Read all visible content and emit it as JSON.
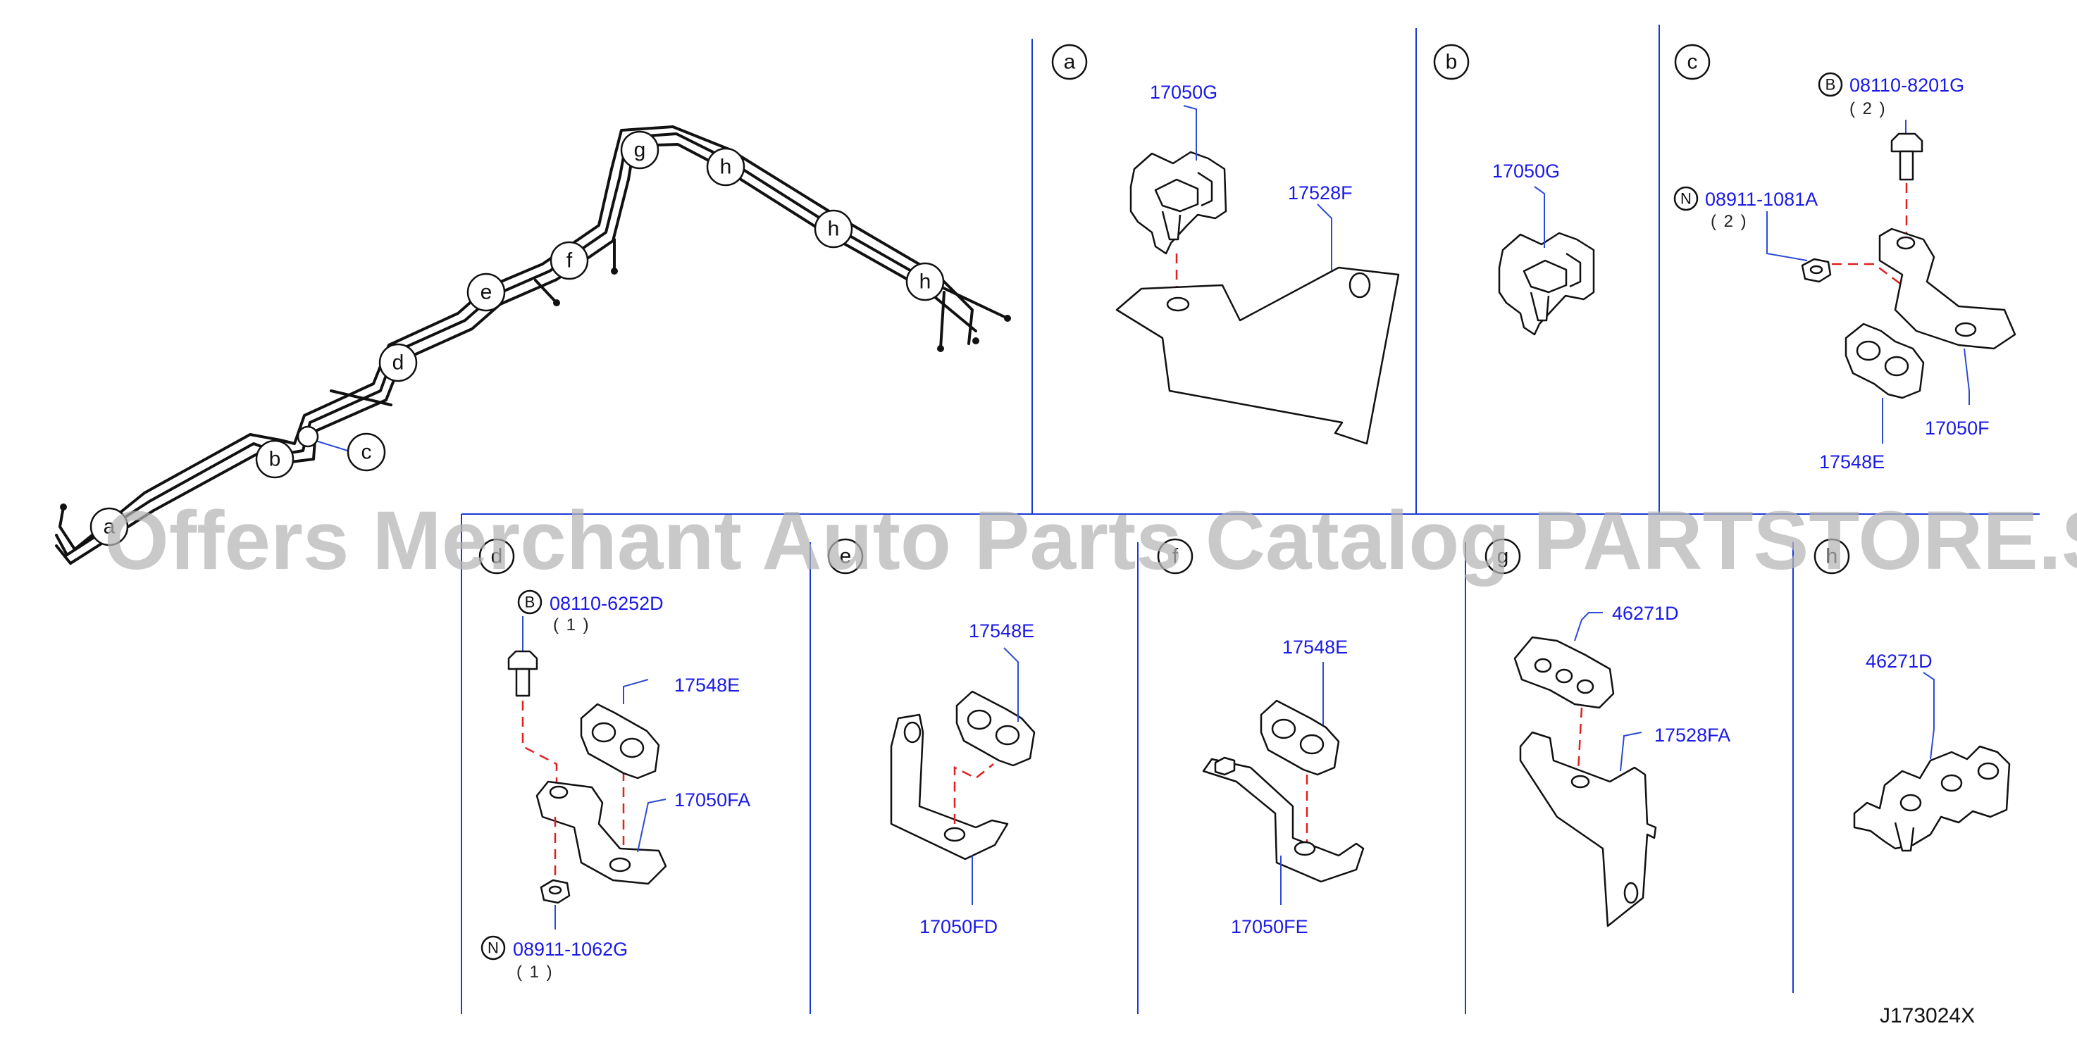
{
  "diagram": {
    "watermark": "Offers Merchant Auto Parts Catalog PARTSTORE.SA",
    "reference": "J173024X",
    "overview_labels": [
      "a",
      "b",
      "c",
      "d",
      "e",
      "f",
      "g",
      "h",
      "h",
      "h"
    ],
    "panels": {
      "a": {
        "label": "a",
        "parts": [
          "17050G",
          "17528F"
        ]
      },
      "b": {
        "label": "b",
        "parts": [
          "17050G"
        ]
      },
      "c": {
        "label": "c",
        "parts": [
          "08110-8201G",
          "08911-1081A",
          "17548E",
          "17050F"
        ],
        "prefixes": [
          "B",
          "N"
        ],
        "quantities": [
          "( 2 )",
          "( 2 )"
        ]
      },
      "d": {
        "label": "d",
        "parts": [
          "08110-6252D",
          "17548E",
          "17050FA",
          "08911-1062G"
        ],
        "prefixes": [
          "B",
          "N"
        ],
        "quantities": [
          "( 1 )",
          "( 1 )"
        ]
      },
      "e": {
        "label": "e",
        "parts": [
          "17548E",
          "17050FD"
        ]
      },
      "f": {
        "label": "f",
        "parts": [
          "17548E",
          "17050FE"
        ]
      },
      "g": {
        "label": "g",
        "parts": [
          "46271D",
          "17528FA"
        ]
      },
      "h": {
        "label": "h",
        "parts": [
          "46271D"
        ]
      }
    }
  }
}
